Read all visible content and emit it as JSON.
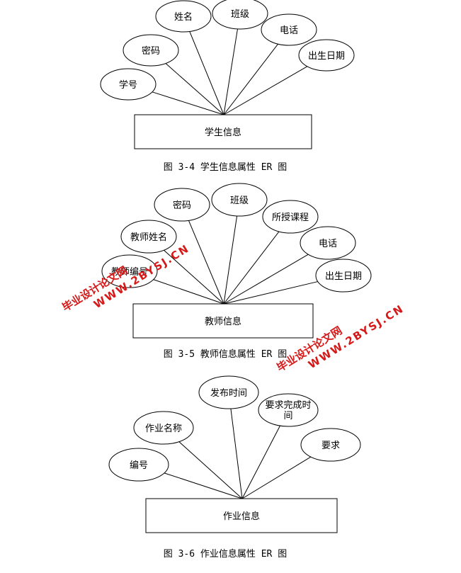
{
  "diagrams": [
    {
      "entity": "学生信息",
      "caption": "图 3-4 学生信息属性 ER 图",
      "attributes": [
        "学号",
        "密码",
        "姓名",
        "班级",
        "电话",
        "出生日期"
      ]
    },
    {
      "entity": "教师信息",
      "caption": "图 3-5 教师信息属性 ER 图",
      "attributes": [
        "教师编号",
        "教师姓名",
        "密码",
        "班级",
        "所授课程",
        "电话",
        "出生日期"
      ]
    },
    {
      "entity": "作业信息",
      "caption": "图 3-6 作业信息属性 ER 图",
      "attributes": [
        "编号",
        "作业名称",
        "发布时间",
        "要求完成时间",
        "要求"
      ]
    }
  ],
  "watermarks": [
    {
      "line1": "毕业设计论文网",
      "line2": "WWW.2BYSJ.CN"
    },
    {
      "line1": "毕业设计论文网",
      "line2": "WWW.2BYSJ.CN"
    }
  ]
}
